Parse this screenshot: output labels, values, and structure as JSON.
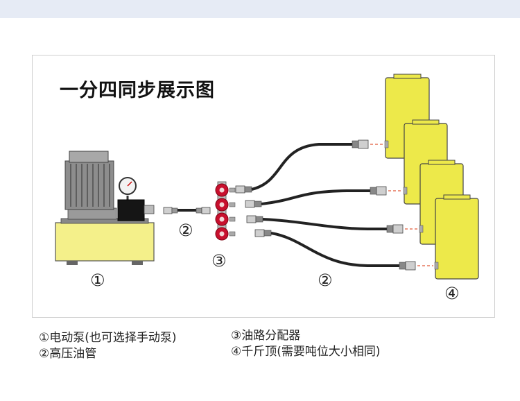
{
  "title": "一分四同步展示图",
  "markers": {
    "pump": "①",
    "hose_left": "②",
    "distributor": "③",
    "hose_right": "②",
    "jacks": "④"
  },
  "legend": {
    "item1": "①电动泵(也可选择手动泵)",
    "item2": "②高压油管",
    "item3": "③油路分配器",
    "item4": "④千斤顶(需要吨位大小相同)"
  },
  "colors": {
    "cylinder_yellow": "#ede94a",
    "pump_tank_yellow": "#f4f08a",
    "valve_red": "#c8102e",
    "hose_black": "#222222"
  }
}
